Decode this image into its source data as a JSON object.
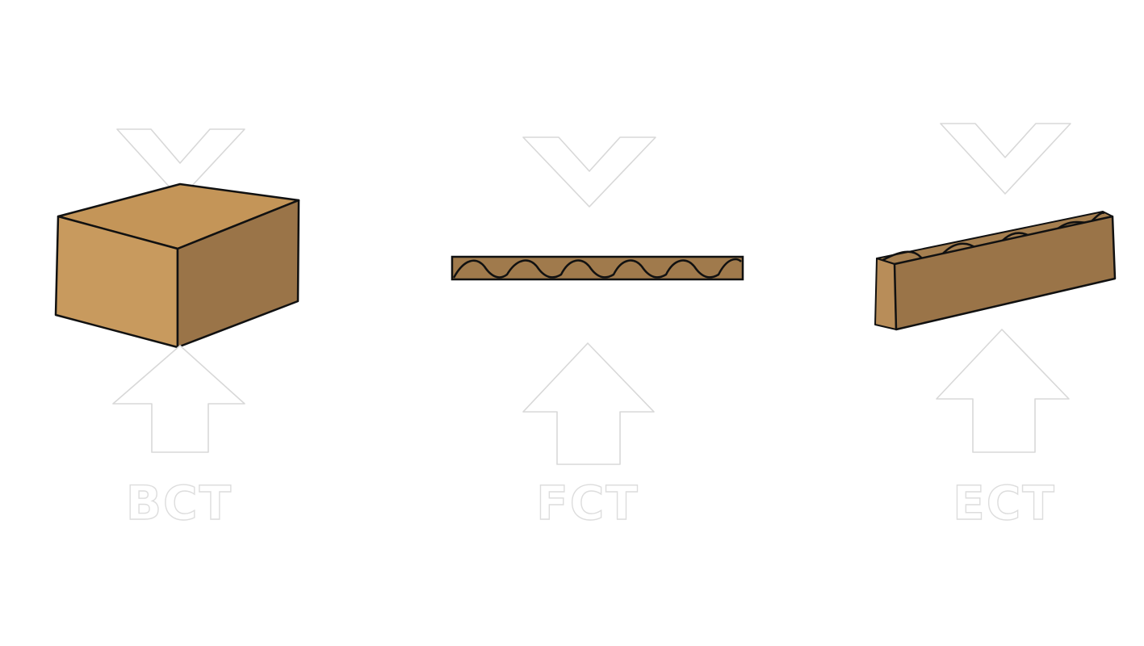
{
  "panels": [
    {
      "name": "box-compression-test",
      "label": "BCT"
    },
    {
      "name": "flat-crush-test",
      "label": "FCT"
    },
    {
      "name": "edge-crush-test",
      "label": "ECT"
    }
  ],
  "colors": {
    "cardboard_light": "#c89a5e",
    "cardboard_top": "#c49558",
    "cardboard_dark": "#9a7448",
    "outline": "#111111",
    "arrow_outline": "#d8d8d8",
    "background": "#ffffff"
  }
}
